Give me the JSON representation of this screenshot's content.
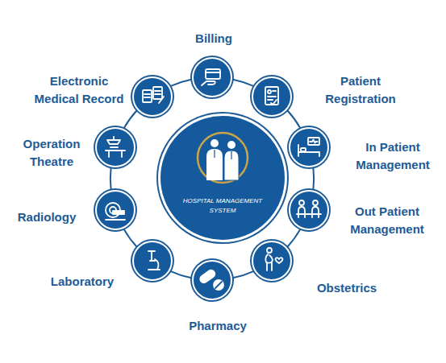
{
  "diagram": {
    "nodes": [
      {
        "text": [
          "HOSPITAL MANAGEMENT SYSTEM"
        ]
      },
      {
        "text": [
          "Billing"
        ]
      },
      {
        "text": [
          "Patient Registration"
        ]
      },
      {
        "text": [
          "In Patient Management"
        ]
      },
      {
        "text": [
          "Out Patient Management"
        ]
      },
      {
        "text": [
          "Obstetrics"
        ]
      },
      {
        "text": [
          "Pharmacy"
        ]
      },
      {
        "text": [
          "Laboratory"
        ]
      },
      {
        "text": [
          "Radiology"
        ]
      },
      {
        "text": [
          "Operation Theatre"
        ]
      },
      {
        "text": [
          "Electronic Medical Record"
        ]
      }
    ],
    "edges": [
      {
        "from": 1,
        "to": 2,
        "arrow": "none"
      },
      {
        "from": 2,
        "to": 3,
        "arrow": "none"
      },
      {
        "from": 3,
        "to": 4,
        "arrow": "none"
      },
      {
        "from": 4,
        "to": 5,
        "arrow": "none"
      },
      {
        "from": 5,
        "to": 6,
        "arrow": "none"
      },
      {
        "from": 6,
        "to": 7,
        "arrow": "none"
      },
      {
        "from": 7,
        "to": 8,
        "arrow": "none"
      },
      {
        "from": 8,
        "to": 9,
        "arrow": "none"
      },
      {
        "from": 9,
        "to": 10,
        "arrow": "none"
      },
      {
        "from": 10,
        "to": 1,
        "arrow": "none"
      }
    ]
  }
}
